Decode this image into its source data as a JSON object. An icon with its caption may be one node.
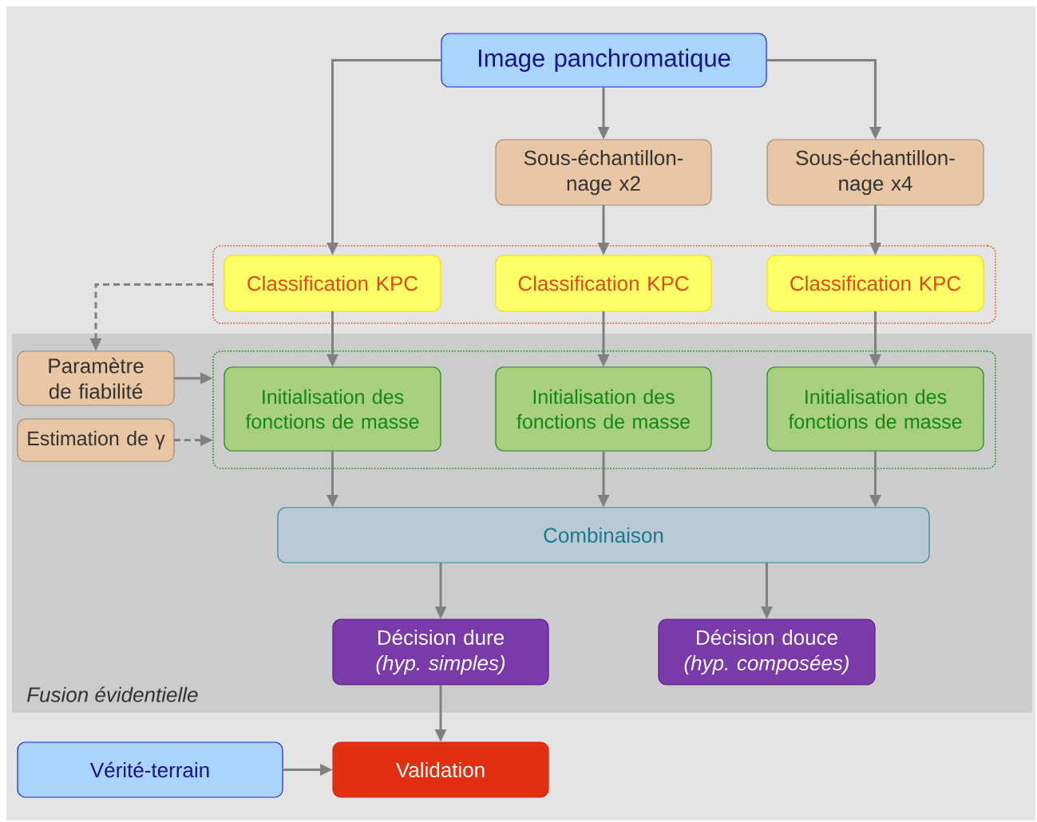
{
  "diagram": {
    "nodes": [
      {
        "text": [
          "Image panchromatique"
        ]
      },
      {
        "text": [
          "Sous-échantillon- nage x2"
        ]
      },
      {
        "text": [
          "Sous-échantillon- nage x4"
        ]
      },
      {
        "text": [],
        "shape": "box"
      },
      {
        "text": [
          "Classification KPC"
        ],
        "in": 3
      },
      {
        "text": [
          "Classification KPC"
        ],
        "in": 3
      },
      {
        "text": [
          "Classification KPC"
        ],
        "in": 3
      },
      {
        "text": [
          "Fusion évidentielle"
        ]
      },
      {
        "text": [
          "Paramètre de fiabilité"
        ],
        "in": 7
      },
      {
        "text": [
          "Estimation de γ"
        ],
        "in": 7
      },
      {
        "text": [],
        "shape": "box",
        "in": 7
      },
      {
        "text": [
          "Initialisation des fonctions de masse"
        ],
        "in": 10
      },
      {
        "text": [
          "Initialisation des fonctions de masse"
        ],
        "in": 10
      },
      {
        "text": [
          "Initialisation des fonctions de masse"
        ],
        "in": 10
      },
      {
        "text": [
          "Combinaison"
        ],
        "in": 7
      },
      {
        "text": [
          "Décision dure",
          "(hyp. simples)"
        ],
        "in": 7
      },
      {
        "text": [
          "Décision douce",
          "(hyp. composées)"
        ],
        "in": 7
      },
      {
        "text": [
          "Vérité-terrain"
        ]
      },
      {
        "text": [
          "Validation"
        ]
      }
    ],
    "edges": [
      {
        "from": 0,
        "to": 4,
        "arrow": "to"
      },
      {
        "from": 0,
        "to": 1,
        "arrow": "to"
      },
      {
        "from": 0,
        "to": 2,
        "arrow": "to"
      },
      {
        "from": 1,
        "to": 5,
        "arrow": "to"
      },
      {
        "from": 2,
        "to": 6,
        "arrow": "to"
      },
      {
        "from": 3,
        "to": 8,
        "arrow": "to",
        "style": "dashed"
      },
      {
        "from": 4,
        "to": 11,
        "arrow": "to"
      },
      {
        "from": 5,
        "to": 12,
        "arrow": "to"
      },
      {
        "from": 6,
        "to": 13,
        "arrow": "to"
      },
      {
        "from": 8,
        "to": 10,
        "arrow": "to"
      },
      {
        "from": 9,
        "to": 10,
        "arrow": "to",
        "style": "dashed"
      },
      {
        "from": 11,
        "to": 14,
        "arrow": "to"
      },
      {
        "from": 12,
        "to": 14,
        "arrow": "to"
      },
      {
        "from": 13,
        "to": 14,
        "arrow": "to"
      },
      {
        "from": 14,
        "to": 15,
        "arrow": "to"
      },
      {
        "from": 14,
        "to": 16,
        "arrow": "to"
      },
      {
        "from": 15,
        "to": 18,
        "arrow": "to"
      },
      {
        "from": 17,
        "to": 18,
        "arrow": "to"
      }
    ]
  }
}
